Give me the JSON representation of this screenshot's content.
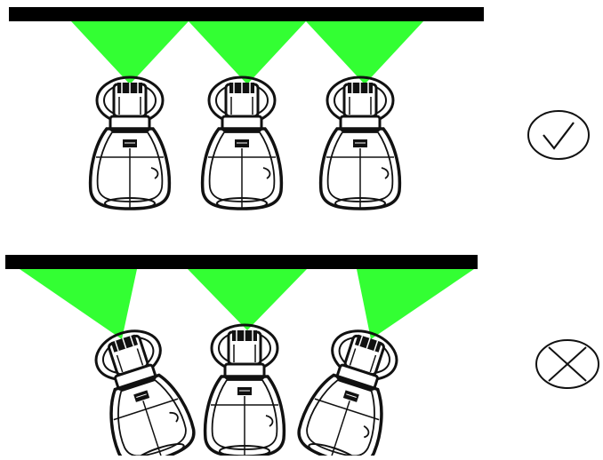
{
  "colors": {
    "background": "#ffffff",
    "beam": "#33ff33",
    "bar": "#000000",
    "outline": "#111111"
  },
  "rows": [
    {
      "id": "correct-installation",
      "rail": "mounting-rail",
      "fixture_orientation": "aligned",
      "fixtures": [
        {
          "name": "fixture-1",
          "tilt": "none"
        },
        {
          "name": "fixture-2",
          "tilt": "none"
        },
        {
          "name": "fixture-3",
          "tilt": "none"
        }
      ],
      "verdict_icon": "check-circle-icon"
    },
    {
      "id": "incorrect-installation",
      "rail": "mounting-rail",
      "fixture_orientation": "splayed",
      "fixtures": [
        {
          "name": "fixture-1",
          "tilt": "left"
        },
        {
          "name": "fixture-2",
          "tilt": "none"
        },
        {
          "name": "fixture-3",
          "tilt": "right"
        }
      ],
      "verdict_icon": "cross-circle-icon"
    }
  ]
}
